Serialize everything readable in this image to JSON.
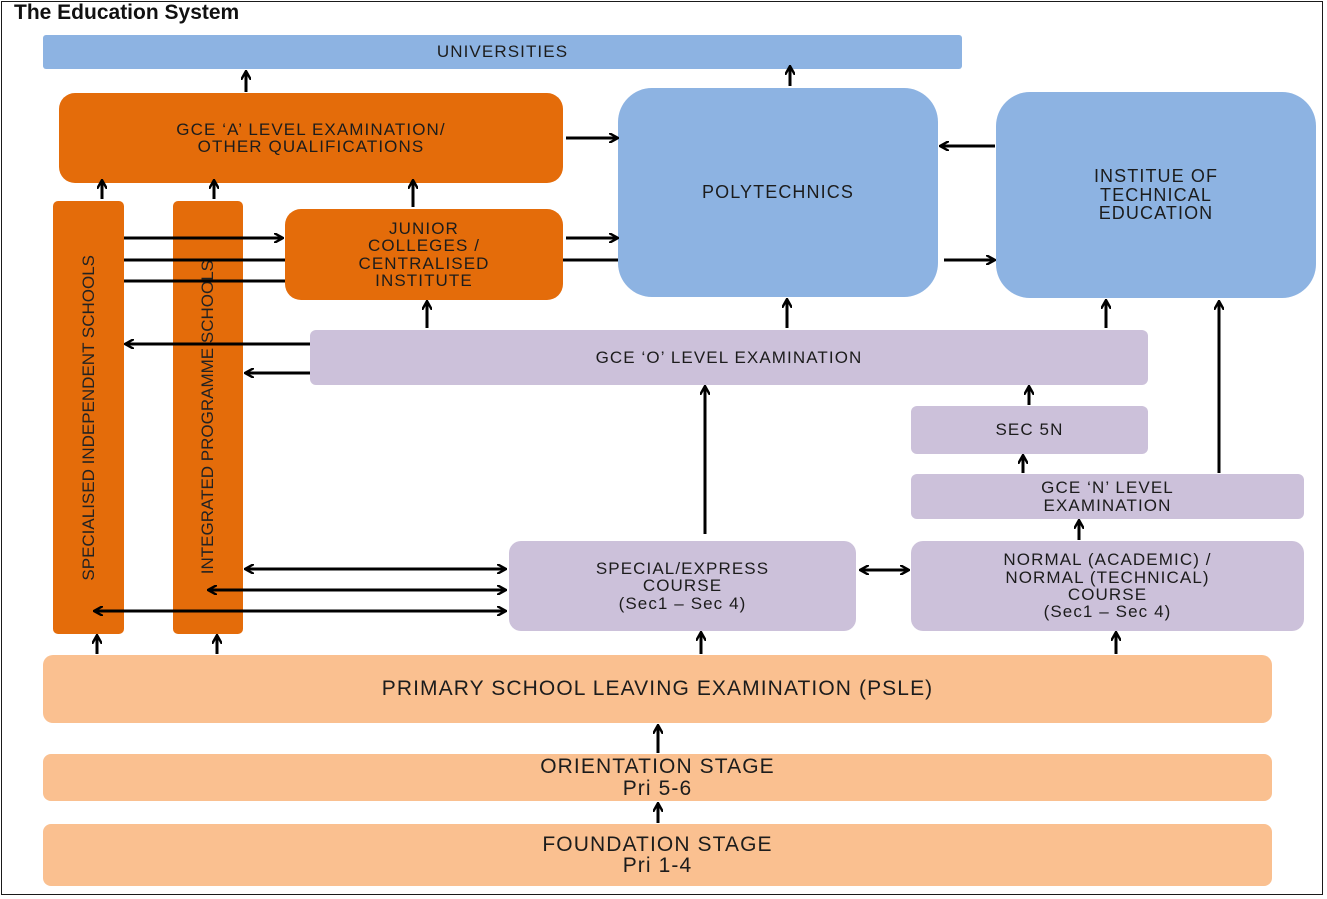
{
  "title": "The Education System",
  "boxes": {
    "universities": "UNIVERSITIES",
    "gce_a": "GCE ‘A’ LEVEL EXAMINATION/\nOTHER QUALIFICATIONS",
    "polytechnics": "POLYTECHNICS",
    "ite": "INSTITUE  OF\nTECHNICAL\nEDUCATION",
    "junior_colleges": "JUNIOR\nCOLLEGES /\nCENTRALISED\nINSTITUTE",
    "specialised_schools": "SPECIALISED INDEPENDENT SCHOOLS",
    "integrated_schools": "INTEGRATED PROGRAMME SCHOOLS",
    "gce_o": "GCE ‘O’ LEVEL EXAMINATION",
    "sec_5n": "SEC 5N",
    "gce_n": "GCE ‘N’ LEVEL\nEXAMINATION",
    "special_express": "SPECIAL/EXPRESS\nCOURSE\n(Sec1 – Sec 4)",
    "normal_course": "NORMAL  (ACADEMIC)  /\nNORMAL  (TECHNICAL)\nCOURSE\n(Sec1 – Sec 4)",
    "psle": "PRIMARY SCHOOL LEAVING  EXAMINATION (PSLE)",
    "orientation": "ORIENTATION STAGE\nPri 5-6",
    "foundation": "FOUNDATION STAGE\nPri 1-4"
  },
  "colors": {
    "tertiary": "#8db3e2",
    "pre_university": "#e46c0a",
    "secondary": "#ccc1da",
    "primary": "#fac090"
  }
}
